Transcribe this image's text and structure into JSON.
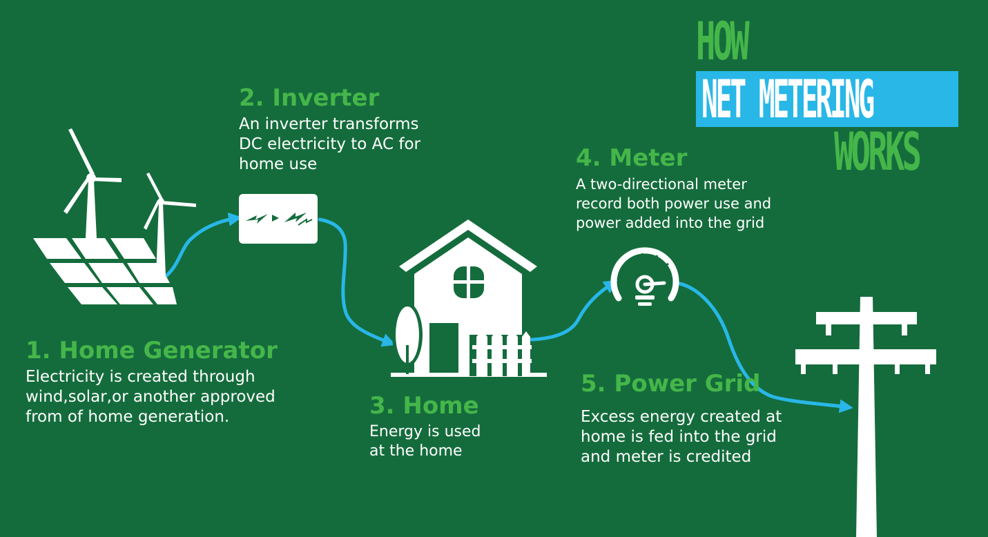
{
  "title": {
    "line1": "HOW",
    "line2": "NET METERING",
    "line3": "WORKS"
  },
  "colors": {
    "background": "#146c3c",
    "accent_green": "#45b649",
    "accent_blue": "#28b7e7",
    "icon_white": "#ffffff"
  },
  "steps": [
    {
      "title": "1. Home Generator",
      "lines": [
        "Electricity is created through",
        "wind,solar,or another approved",
        "from of home generation."
      ],
      "icon": "wind-solar-icon"
    },
    {
      "title": "2. Inverter",
      "lines": [
        "An inverter transforms",
        "DC electricity to AC for",
        "home use"
      ],
      "icon": "inverter-icon"
    },
    {
      "title": "3. Home",
      "lines": [
        "Energy is used",
        "at the home"
      ],
      "icon": "house-icon"
    },
    {
      "title": "4. Meter",
      "lines": [
        "A two-directional meter",
        "record both power use  and",
        "power added into the grid"
      ],
      "icon": "meter-icon"
    },
    {
      "title": "5. Power Grid",
      "lines": [
        "Excess energy created at",
        "home is fed into the grid",
        "and meter is credited"
      ],
      "icon": "power-pole-icon"
    }
  ]
}
